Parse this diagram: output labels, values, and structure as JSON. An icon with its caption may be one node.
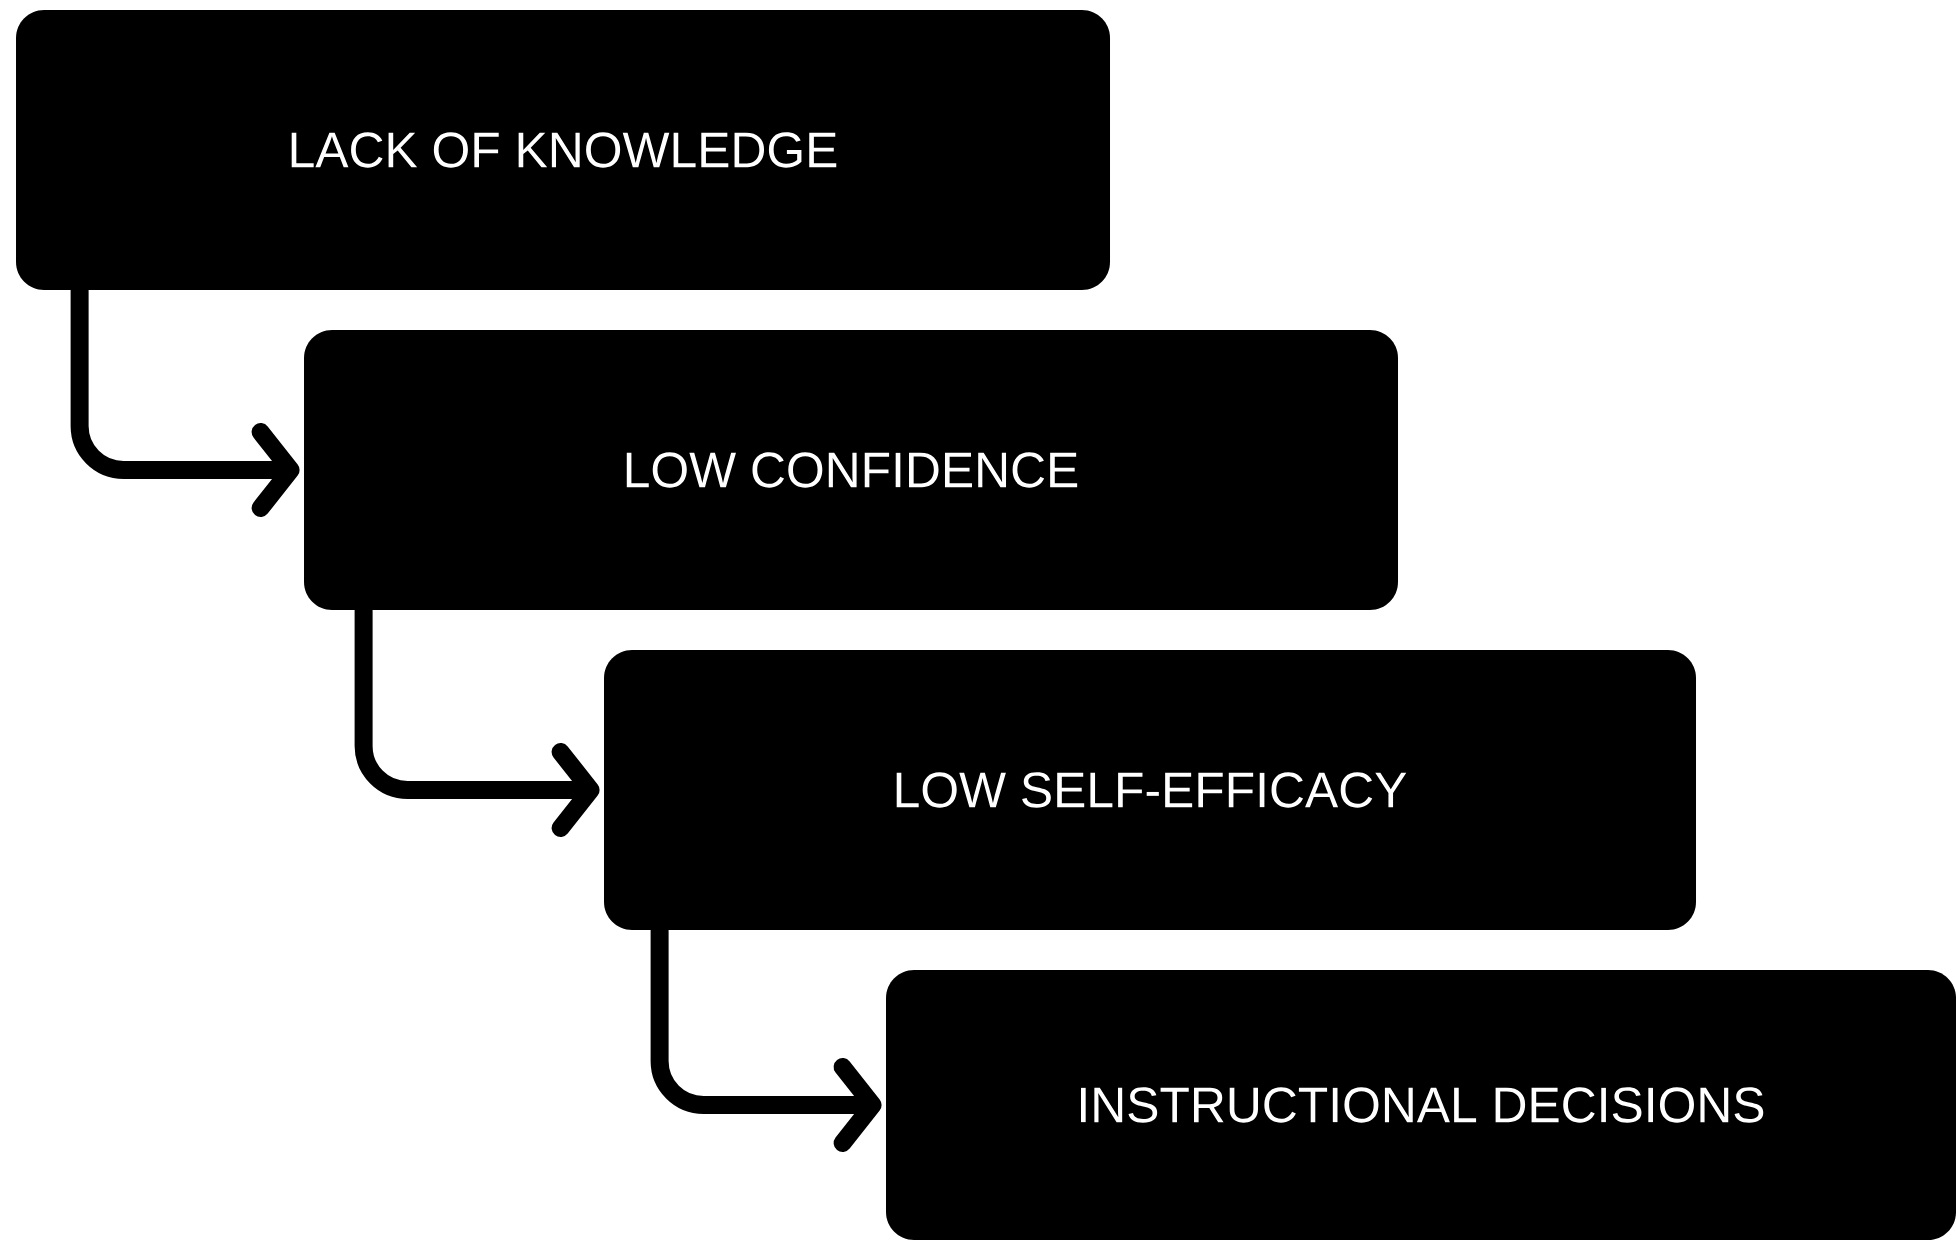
{
  "diagram": {
    "nodes": [
      {
        "text": [
          "LACK OF KNOWLEDGE"
        ]
      },
      {
        "text": [
          "LOW CONFIDENCE"
        ]
      },
      {
        "text": [
          "LOW SELF-EFFICACY"
        ]
      },
      {
        "text": [
          "INSTRUCTIONAL DECISIONS"
        ]
      }
    ],
    "edges": [
      {
        "from": 0,
        "to": 1,
        "arrow": "to"
      },
      {
        "from": 1,
        "to": 2,
        "arrow": "to"
      },
      {
        "from": 2,
        "to": 3,
        "arrow": "to"
      }
    ]
  }
}
